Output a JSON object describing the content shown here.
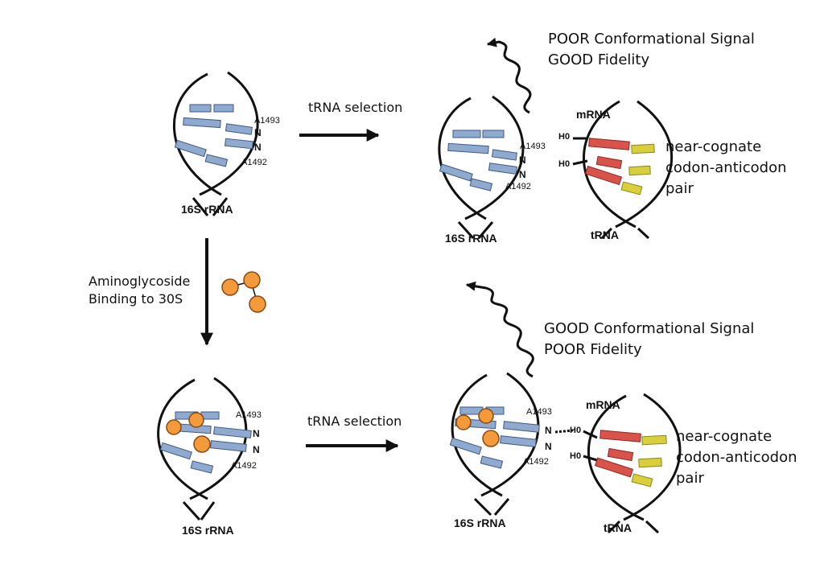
{
  "colors": {
    "rrna_base": "#90a9cf",
    "mrna_codon": "#d9534a",
    "trna_anticodon": "#d8cf3a",
    "aminoglycoside": "#f39a3b",
    "line": "#111111"
  },
  "arrows": {
    "trna_selection": "tRNA selection",
    "aminoglycoside_line1": "Aminoglycoside",
    "aminoglycoside_line2": "Binding to 30S"
  },
  "panel_top_left": {
    "rrna": "16S rRNA",
    "a1493": "A1493",
    "a1492": "A1492",
    "n": "N"
  },
  "panel_top_right": {
    "signal_line1": "POOR  Conformational Signal",
    "signal_line2": "GOOD  Fidelity",
    "rrna": "16S rRNA",
    "a1493": "A1493",
    "a1492": "A1492",
    "n": "N",
    "mrna": "mRNA",
    "trna": "tRNA",
    "ho": "H0",
    "pair_line1": "near-cognate",
    "pair_line2": "codon-anticodon",
    "pair_line3": "pair"
  },
  "panel_bottom_left": {
    "rrna": "16S rRNA",
    "a1493": "A1493",
    "a1492": "A1492",
    "n": "N"
  },
  "panel_bottom_right": {
    "signal_line1": "GOOD  Conformational Signal",
    "signal_line2": "POOR  Fidelity",
    "rrna": "16S rRNA",
    "a1493": "A1493",
    "a1492": "A1492",
    "n": "N",
    "mrna": "mRNA",
    "trna": "tRNA",
    "ho": "H0",
    "pair_line1": "near-cognate",
    "pair_line2": "codon-anticodon",
    "pair_line3": "pair"
  }
}
